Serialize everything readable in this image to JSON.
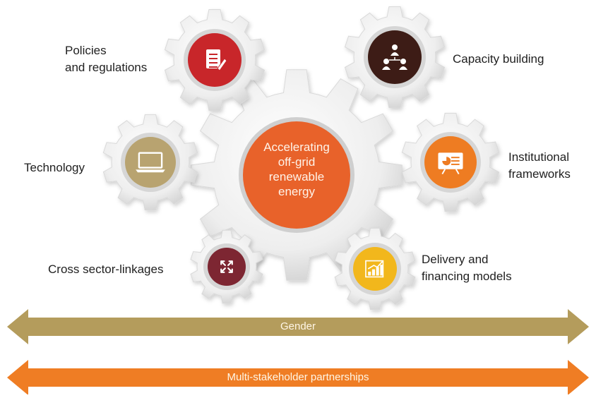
{
  "center": {
    "lines": [
      "Accelerating",
      "off-grid",
      "renewable",
      "energy"
    ],
    "color": "#e8622a"
  },
  "nodes": [
    {
      "id": "policies",
      "lines": [
        "Policies",
        "and regulations"
      ],
      "icon": "document-pen-icon",
      "color": "#c8282c"
    },
    {
      "id": "capacity",
      "lines": [
        "Capacity building"
      ],
      "icon": "people-network-icon",
      "color": "#3d1e14"
    },
    {
      "id": "technology",
      "lines": [
        "Technology"
      ],
      "icon": "laptop-icon",
      "color": "#b8a36f"
    },
    {
      "id": "institutional",
      "lines": [
        "Institutional",
        "frameworks"
      ],
      "icon": "presentation-board-icon",
      "color": "#ee7b22"
    },
    {
      "id": "cross-sector",
      "lines": [
        "Cross sector-linkages"
      ],
      "icon": "expand-arrows-icon",
      "color": "#7d2630"
    },
    {
      "id": "delivery",
      "lines": [
        "Delivery and",
        "financing models"
      ],
      "icon": "bar-chart-icon",
      "color": "#f2b71d"
    }
  ],
  "arrows": {
    "gender": {
      "label": "Gender",
      "color": "#b49c5c"
    },
    "partnerships": {
      "label": "Multi-stakeholder partnerships",
      "color": "#ef7d24"
    }
  }
}
